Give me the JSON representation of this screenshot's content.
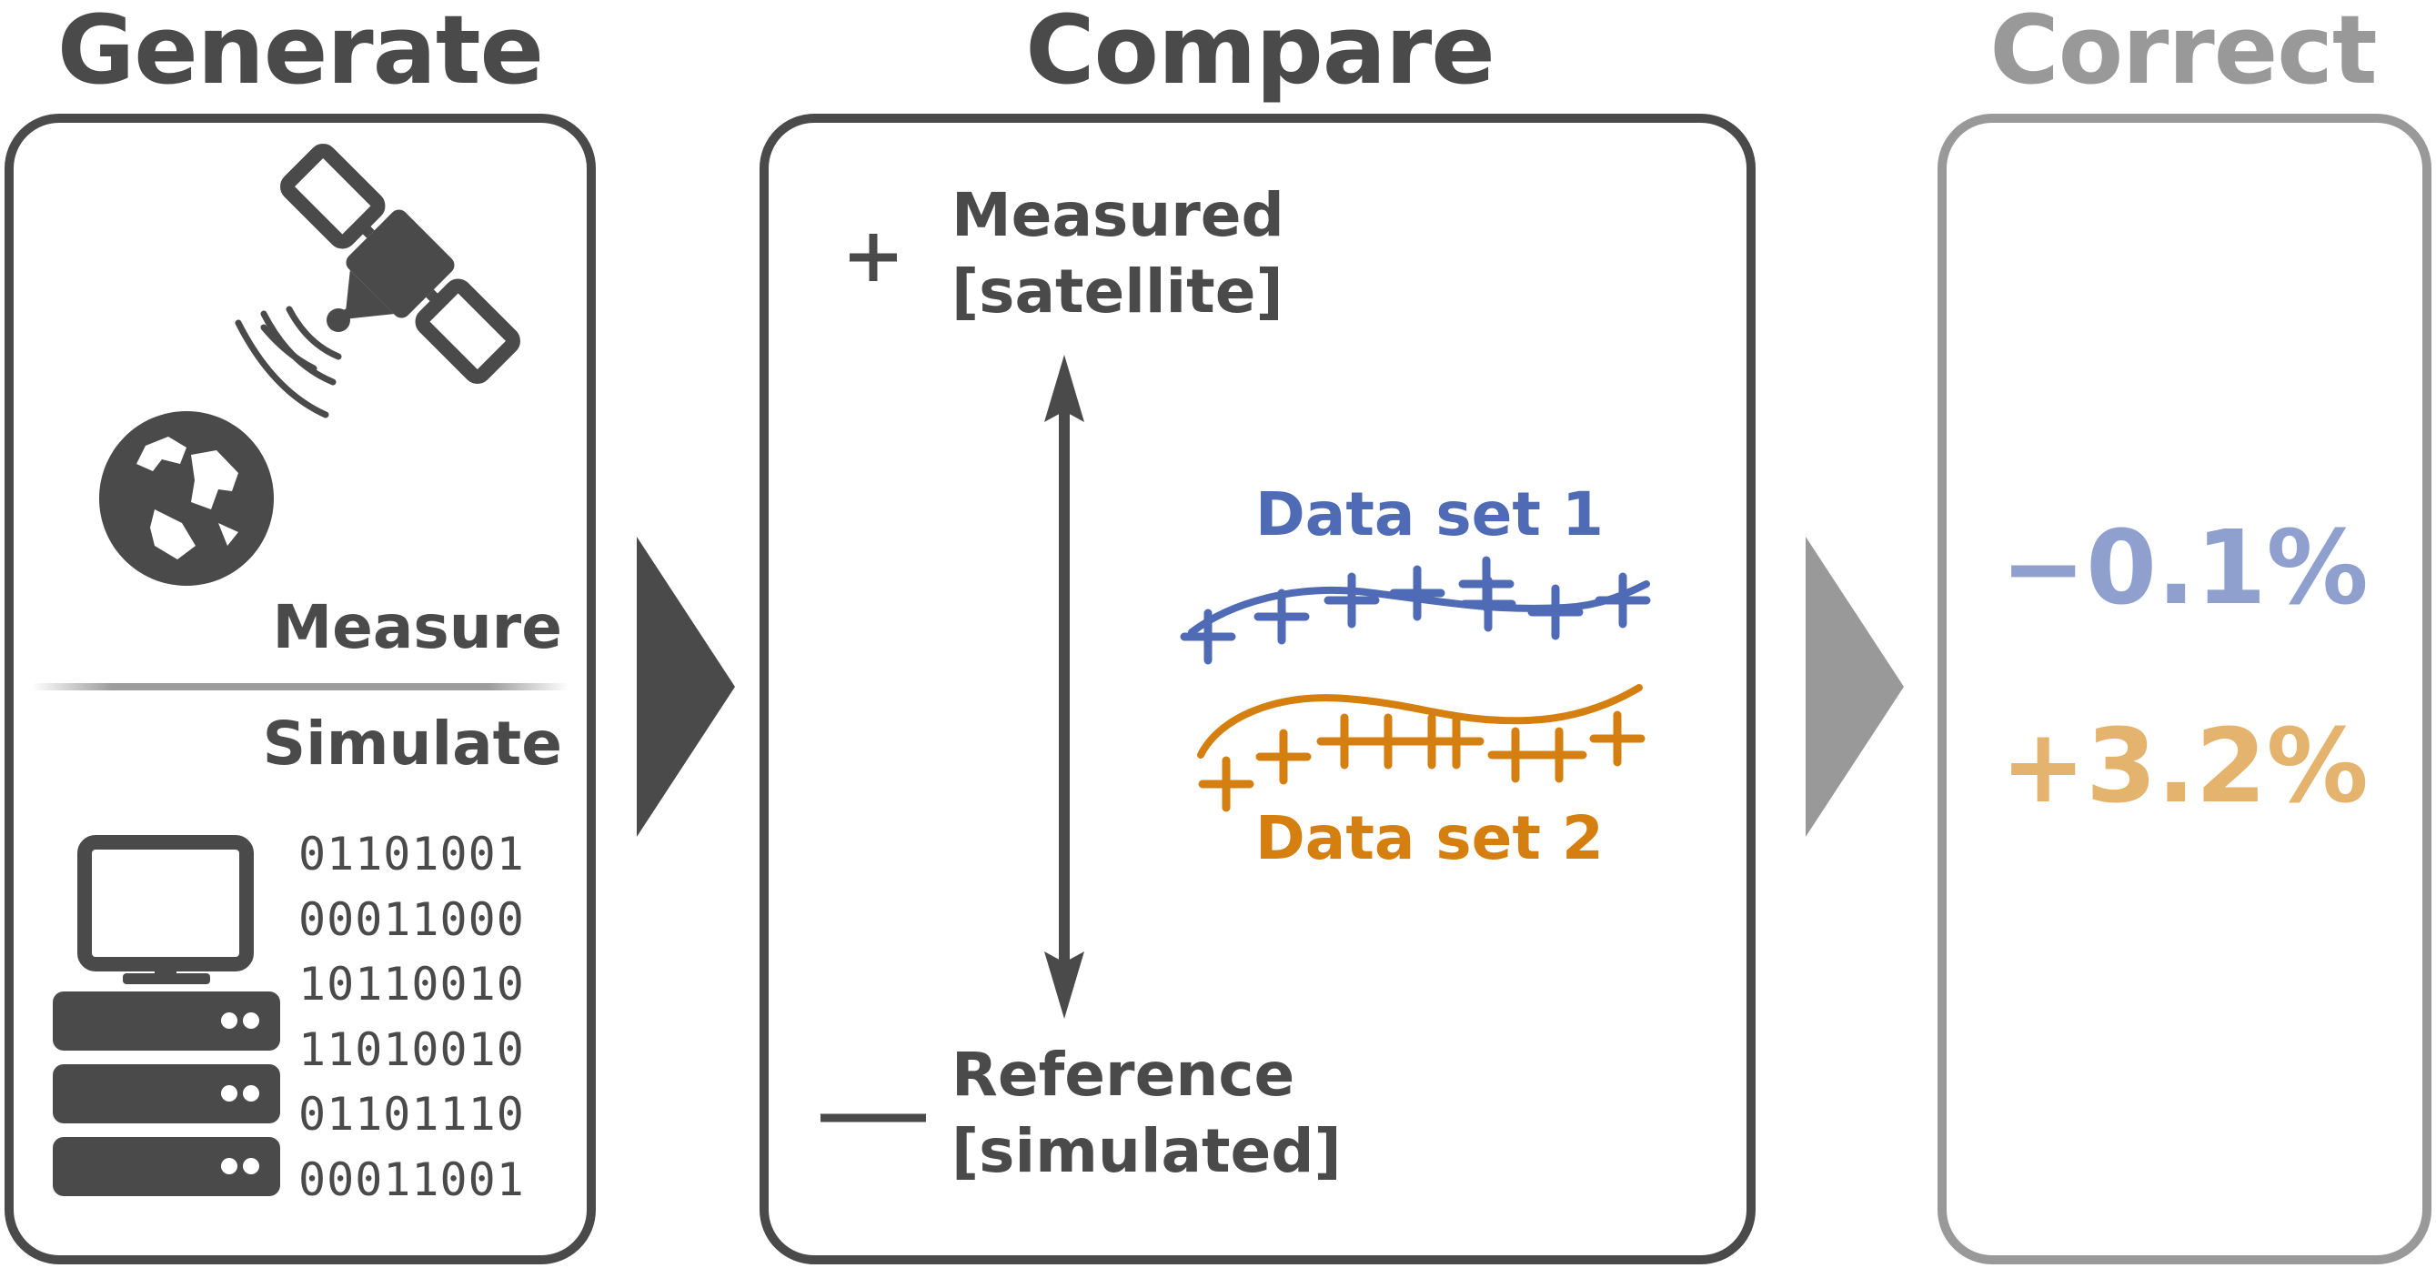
{
  "steps": {
    "generate": {
      "title": "Generate"
    },
    "compare": {
      "title": "Compare"
    },
    "correct": {
      "title": "Correct"
    }
  },
  "generate_panel": {
    "measure_label": "Measure",
    "simulate_label": "Simulate",
    "binary_rows": [
      "01101001",
      "00011000",
      "10110010",
      "11010010",
      "01101110",
      "00011001"
    ],
    "icons": [
      "satellite-icon",
      "earth-globe-icon",
      "computer-monitor-icon",
      "server-rack-icon"
    ]
  },
  "compare_panel": {
    "measured_legend": {
      "symbol": "+",
      "line1": "Measured",
      "line2": "[satellite]"
    },
    "reference_legend": {
      "symbol": "line",
      "line1": "Reference",
      "line2": "[simulated]"
    },
    "dataset1": {
      "label": "Data set 1",
      "color": "#4f6bb5"
    },
    "dataset2": {
      "label": "Data set 2",
      "color": "#d47f0f"
    }
  },
  "correct_panel": {
    "dataset1_correction": "−0.1%",
    "dataset2_correction": "+3.2%",
    "dataset1_color": "#8fa0cf",
    "dataset2_color": "#e4b46e"
  },
  "colors": {
    "dark": "#4a4a4a",
    "muted": "#999999",
    "dataset1": "#4f6bb5",
    "dataset2": "#d47f0f"
  }
}
